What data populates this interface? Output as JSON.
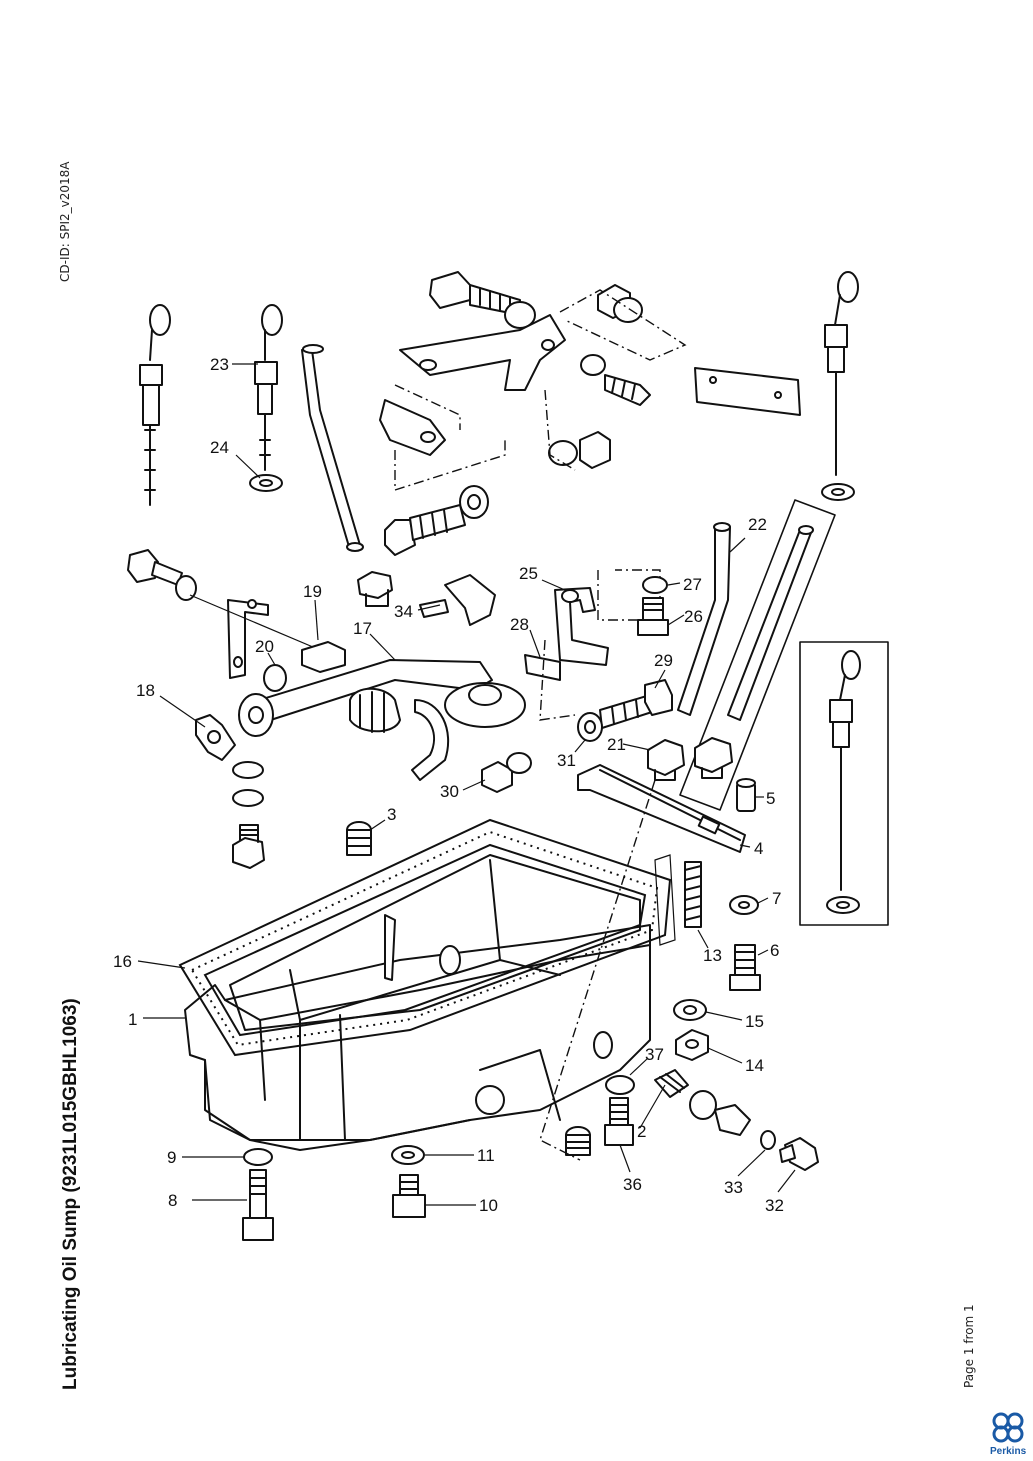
{
  "cd_id": "CD-ID: SPI2_v2018A",
  "title": "Lubricating Oil Sump (9231L015GBHL1063)",
  "page_info": "Page 1 from 1",
  "brand": "Perkins",
  "brand_color": "#1a5aa6",
  "callouts": {
    "c1": "1",
    "c2": "2",
    "c3": "3",
    "c4": "4",
    "c5": "5",
    "c6": "6",
    "c7": "7",
    "c8": "8",
    "c9": "9",
    "c10": "10",
    "c11": "11",
    "c13": "13",
    "c14": "14",
    "c15": "15",
    "c16": "16",
    "c17": "17",
    "c18": "18",
    "c19": "19",
    "c20": "20",
    "c21": "21",
    "c22": "22",
    "c23": "23",
    "c24": "24",
    "c25": "25",
    "c26": "26",
    "c27": "27",
    "c28": "28",
    "c29": "29",
    "c30": "30",
    "c31": "31",
    "c32": "32",
    "c33": "33",
    "c34": "34",
    "c36": "36",
    "c37": "37"
  }
}
